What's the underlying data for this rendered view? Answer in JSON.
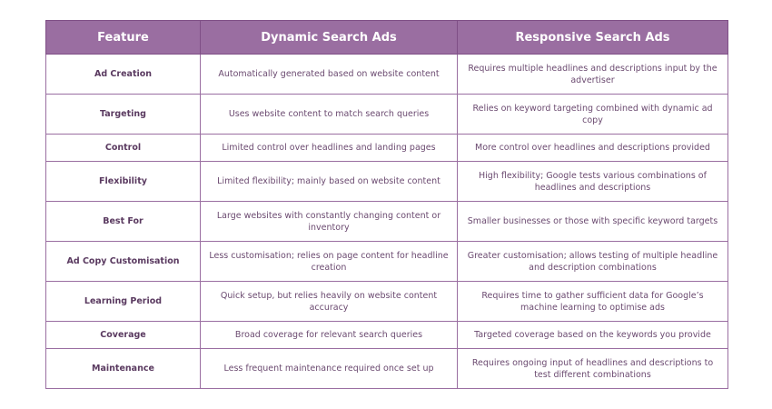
{
  "table": {
    "headers": [
      "Feature",
      "Dynamic Search Ads",
      "Responsive Search Ads"
    ],
    "rows": [
      {
        "feature": "Ad Creation",
        "dsa": "Automatically generated based on website content",
        "rsa": "Requires multiple headlines and descriptions input by the advertiser",
        "tall": true
      },
      {
        "feature": "Targeting",
        "dsa": "Uses website content to match search queries",
        "rsa": "Relies on keyword targeting combined with dynamic ad copy",
        "tall": true
      },
      {
        "feature": "Control",
        "dsa": "Limited control over headlines and landing pages",
        "rsa": "More control over headlines and descriptions provided",
        "tall": false
      },
      {
        "feature": "Flexibility",
        "dsa": "Limited flexibility; mainly based on website content",
        "rsa": "High flexibility; Google tests various combinations of headlines and descriptions",
        "tall": true
      },
      {
        "feature": "Best For",
        "dsa": "Large websites with constantly changing content or inventory",
        "rsa": "Smaller businesses or those with specific keyword targets",
        "tall": true
      },
      {
        "feature": "Ad Copy Customisation",
        "dsa": "Less customisation; relies on page content for headline creation",
        "rsa": "Greater customisation; allows testing of multiple headline and description combinations",
        "tall": true
      },
      {
        "feature": "Learning Period",
        "dsa": "Quick setup, but relies heavily on website content accuracy",
        "rsa": "Requires time to gather sufficient data for Google’s machine learning to optimise ads",
        "tall": true
      },
      {
        "feature": "Coverage",
        "dsa": "Broad coverage for relevant search queries",
        "rsa": "Targeted coverage based on the keywords you provide",
        "tall": false
      },
      {
        "feature": "Maintenance",
        "dsa": "Less frequent maintenance required once set up",
        "rsa": "Requires ongoing input of headlines and descriptions to test different combinations",
        "tall": true
      }
    ]
  },
  "colors": {
    "header_bg": "#9a6ea1",
    "border": "#9a6ea1",
    "text": "#6b4a70"
  }
}
